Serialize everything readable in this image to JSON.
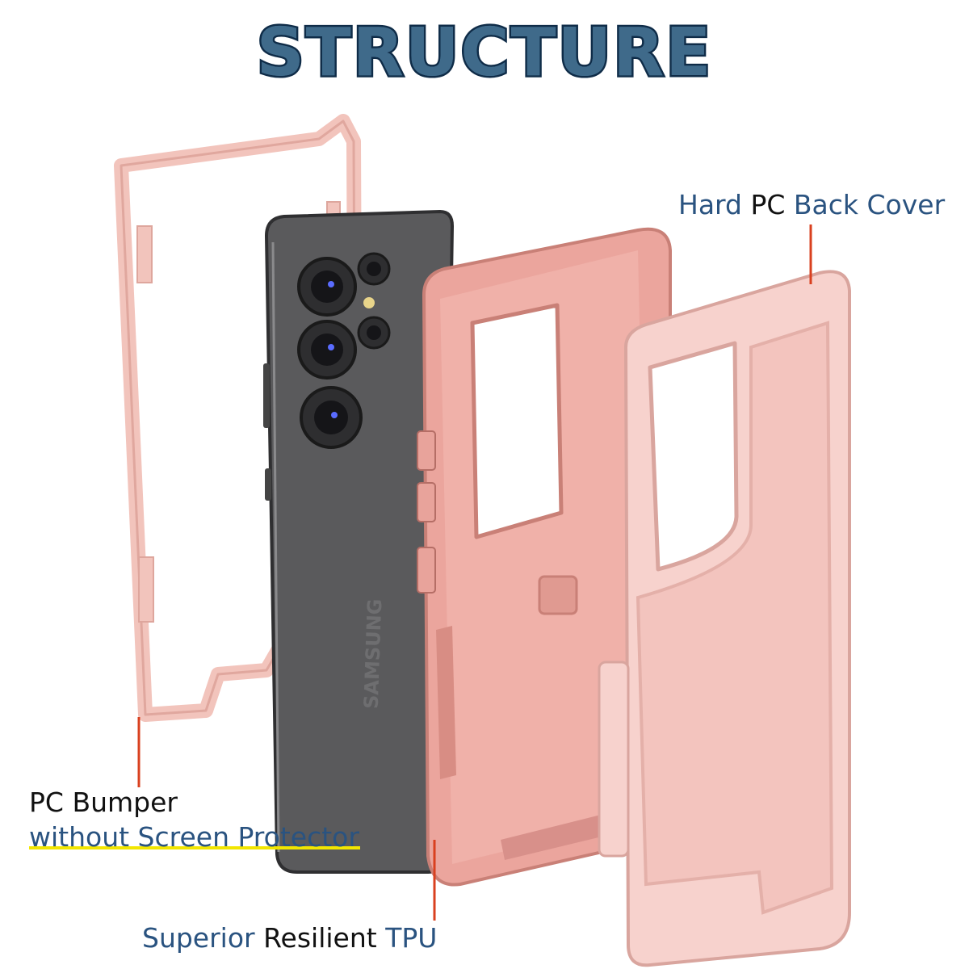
{
  "title": "STRUCTURE",
  "labels": {
    "back_cover": {
      "part1": "Hard ",
      "part2": "PC",
      "part3": " Back Cover"
    },
    "bumper": {
      "line1_part1": "PC",
      "line1_part2": " Bumper",
      "line2": "without Screen Protector"
    },
    "tpu": {
      "part1": "Superior ",
      "part2": "Resilient",
      "part3": " TPU"
    }
  },
  "phone_brand": "SAMSUNG",
  "colors": {
    "title_fill": "#3f6a8a",
    "title_stroke": "#0f2c48",
    "label_blue": "#2a5380",
    "pointer_red": "#d9401f",
    "case_pink": "#eba59d",
    "bumper_pink": "#f2c4bc",
    "cover_pink": "#f7d2cd",
    "phone_gray": "#5a5a5c",
    "highlight": "#f2e600"
  }
}
